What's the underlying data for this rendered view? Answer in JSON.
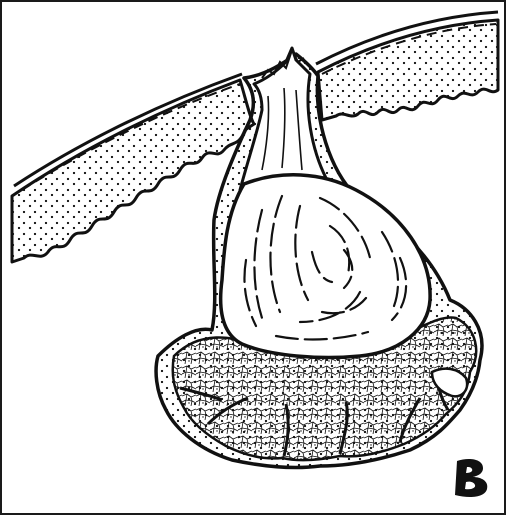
{
  "figure": {
    "panel_label": "B",
    "colors": {
      "ink": "#111111",
      "paper": "#ffffff",
      "border": "#1a1a1a"
    },
    "structures": [
      "skin-surface",
      "epidermis",
      "hair-follicle",
      "sebaceous-gland",
      "gland-lobules"
    ]
  }
}
